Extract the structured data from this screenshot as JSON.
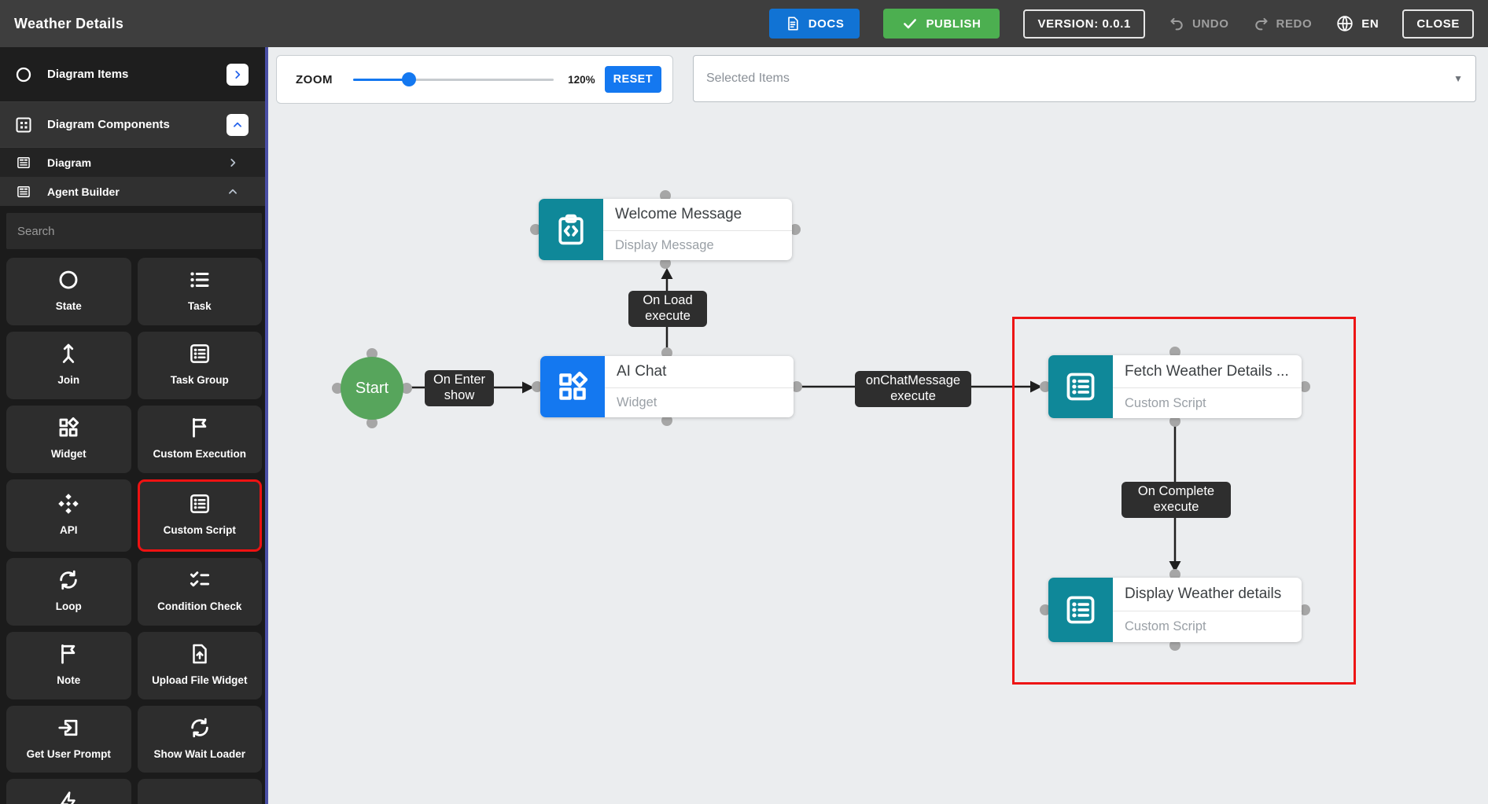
{
  "topbar": {
    "title": "Weather Details",
    "docs_label": "DOCS",
    "publish_label": "PUBLISH",
    "version_label": "VERSION: 0.0.1",
    "undo_label": "UNDO",
    "redo_label": "REDO",
    "language": "EN",
    "close_label": "CLOSE"
  },
  "sidebar": {
    "sections": [
      {
        "label": "Diagram Items"
      },
      {
        "label": "Diagram Components"
      }
    ],
    "subitems": [
      {
        "label": "Diagram"
      },
      {
        "label": "Agent Builder"
      }
    ],
    "search_placeholder": "Search",
    "components": [
      {
        "label": "State",
        "icon": "circle-icon"
      },
      {
        "label": "Task",
        "icon": "task-list-icon"
      },
      {
        "label": "Join",
        "icon": "join-icon"
      },
      {
        "label": "Task Group",
        "icon": "task-group-icon"
      },
      {
        "label": "Widget",
        "icon": "widget-icon"
      },
      {
        "label": "Custom Execution",
        "icon": "flag-icon"
      },
      {
        "label": "API",
        "icon": "api-icon"
      },
      {
        "label": "Custom Script",
        "icon": "script-icon",
        "highlighted": true
      },
      {
        "label": "Loop",
        "icon": "loop-icon"
      },
      {
        "label": "Condition Check",
        "icon": "condition-icon"
      },
      {
        "label": "Note",
        "icon": "flag-icon"
      },
      {
        "label": "Upload File Widget",
        "icon": "upload-file-icon"
      },
      {
        "label": "Get User Prompt",
        "icon": "prompt-icon"
      },
      {
        "label": "Show Wait Loader",
        "icon": "loop-icon"
      }
    ]
  },
  "canvas": {
    "zoom": {
      "label": "ZOOM",
      "value": "120%",
      "percent": 120,
      "reset_label": "RESET"
    },
    "selected_items": {
      "placeholder": "Selected Items"
    }
  },
  "diagram": {
    "nodes": [
      {
        "id": "start",
        "type": "start",
        "label": "Start",
        "color": "#57a55c"
      },
      {
        "id": "welcome",
        "title": "Welcome Message",
        "subtitle": "Display Message",
        "icon": "clipboard-code-icon",
        "color": "#0f8899"
      },
      {
        "id": "aichat",
        "title": "AI Chat",
        "subtitle": "Widget",
        "icon": "widget-icon",
        "color": "#1478f0"
      },
      {
        "id": "fetch",
        "title": "Fetch Weather Details ...",
        "subtitle": "Custom Script",
        "icon": "script-icon",
        "color": "#0f8899"
      },
      {
        "id": "display",
        "title": "Display Weather details",
        "subtitle": "Custom Script",
        "icon": "script-icon",
        "color": "#0f8899"
      }
    ],
    "edges": [
      {
        "from": "start",
        "to": "aichat",
        "label": "On Enter show"
      },
      {
        "from": "aichat",
        "to": "welcome",
        "label": "On Load execute"
      },
      {
        "from": "aichat",
        "to": "fetch",
        "label": "onChatMessage execute"
      },
      {
        "from": "fetch",
        "to": "display",
        "label": "On Complete execute"
      }
    ],
    "highlight_color": "#ed1515"
  },
  "colors": {
    "topbar_bg": "#3e3e3e",
    "sidebar_bg": "#1b1b1b",
    "sidebar_accent": "#4a4fa5",
    "canvas_bg": "#ebedef",
    "docs_blue": "#1173d4",
    "publish_green": "#4caf50",
    "node_blue": "#1478f0",
    "node_teal": "#0f8899",
    "start_green": "#57a55c",
    "highlight_red": "#ed1515"
  }
}
